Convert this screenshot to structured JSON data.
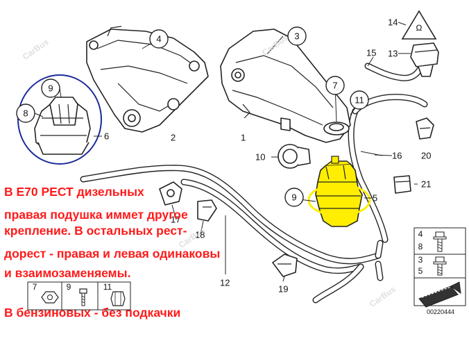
{
  "watermark": "CarBus",
  "callouts": [
    {
      "id": "c1",
      "label": "1"
    },
    {
      "id": "c2",
      "label": "2"
    },
    {
      "id": "c3",
      "label": "3"
    },
    {
      "id": "c4",
      "label": "4"
    },
    {
      "id": "c5",
      "label": "5"
    },
    {
      "id": "c6",
      "label": "6"
    },
    {
      "id": "c7",
      "label": "7"
    },
    {
      "id": "c8",
      "label": "8"
    },
    {
      "id": "c9a",
      "label": "9"
    },
    {
      "id": "c9b",
      "label": "9"
    },
    {
      "id": "c10",
      "label": "10"
    },
    {
      "id": "c11",
      "label": "11"
    },
    {
      "id": "c12",
      "label": "12"
    },
    {
      "id": "c13",
      "label": "13"
    },
    {
      "id": "c14",
      "label": "14"
    },
    {
      "id": "c15",
      "label": "15"
    },
    {
      "id": "c16",
      "label": "16"
    },
    {
      "id": "c17",
      "label": "17"
    },
    {
      "id": "c18",
      "label": "18"
    },
    {
      "id": "c19",
      "label": "19"
    },
    {
      "id": "c20",
      "label": "20"
    },
    {
      "id": "c21",
      "label": "21"
    }
  ],
  "note_lines": [
    "В E70 РЕСТ дизельных",
    "правая подушка иммет другое",
    "крепление. В остальных рест-",
    "дорест - правая и левая одинаковы",
    "и взаимозаменяемы."
  ],
  "note_petrol": "В бензиновых - без подкачки",
  "legend_bottom": [
    "7",
    "9",
    "11"
  ],
  "legend_right": [
    [
      "4",
      "8"
    ],
    [
      "3",
      "5"
    ]
  ],
  "catalog_number": "00220444",
  "colors": {
    "note": "#ff1a1a",
    "highlight": "#ffee00",
    "circle": "#1a2a9a"
  }
}
